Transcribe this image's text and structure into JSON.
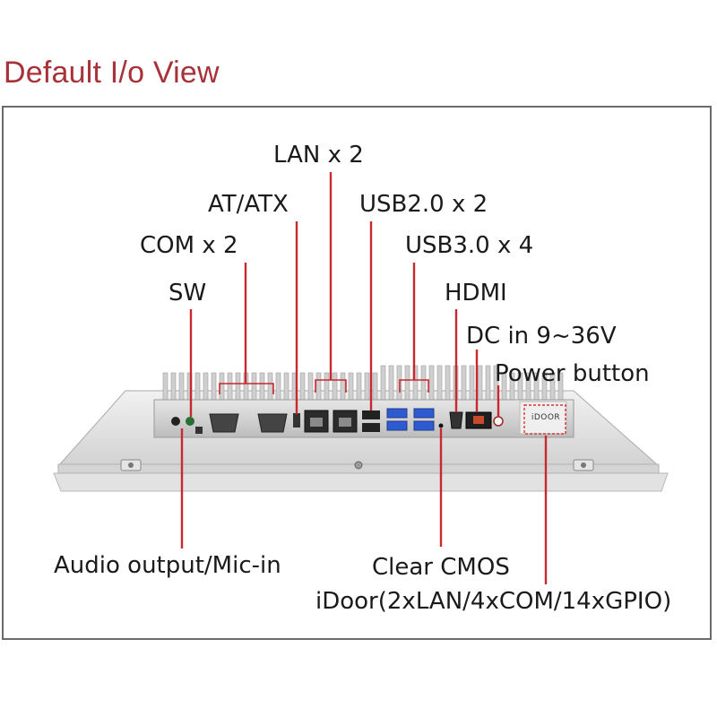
{
  "title": "Default I/o View",
  "labels": {
    "lan": "LAN x 2",
    "at_atx": "AT/ATX",
    "usb2": "USB2.0 x 2",
    "com": "COM x 2",
    "usb3": "USB3.0 x 4",
    "sw": "SW",
    "hdmi": "HDMI",
    "dc_in": "DC in 9~36V",
    "power_button": "Power button",
    "audio": "Audio output/Mic-in",
    "clear_cmos": "Clear CMOS",
    "idoor": "iDoor(2xLAN/4xCOM/14xGPIO)"
  },
  "device": {
    "idoor_logo": "iDOOR"
  },
  "colors": {
    "title": "#a8323a",
    "callout": "#c8282e",
    "frame": "#6a6a6a"
  }
}
